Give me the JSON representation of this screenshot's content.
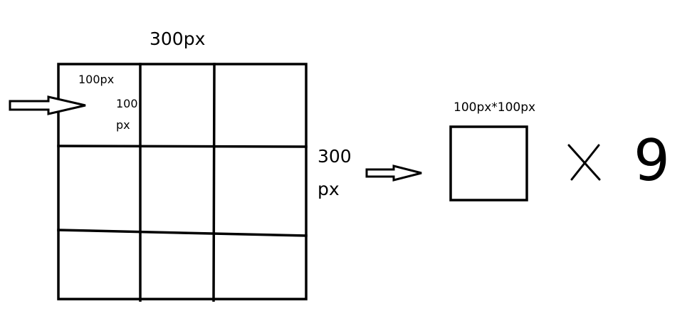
{
  "grid": {
    "width_label": "300px",
    "height_label_line1": "300",
    "height_label_line2": "px",
    "cell_width_label": "100px",
    "cell_height_label_line1": "100",
    "cell_height_label_line2": "px"
  },
  "unit": {
    "size_label": "100px*100px"
  },
  "multiplier": {
    "symbol": "×",
    "count": "9"
  },
  "colors": {
    "stroke": "#000000",
    "background": "#ffffff"
  }
}
